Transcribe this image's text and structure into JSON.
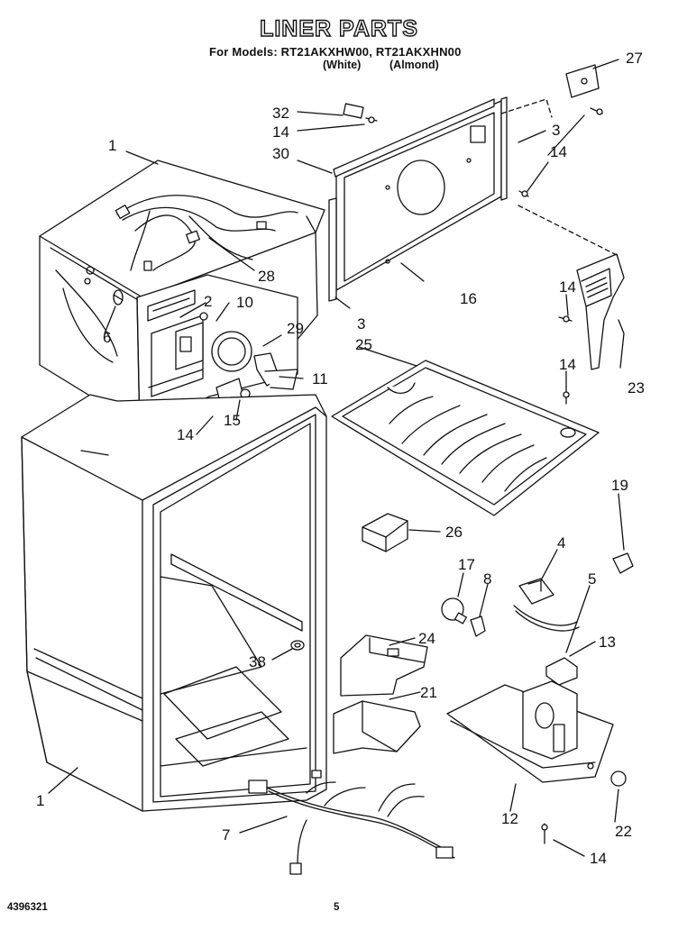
{
  "header": {
    "title": "LINER PARTS",
    "models_line": "For Models: RT21AKXHW00, RT21AKXHN00",
    "color_white": "(White)",
    "color_almond": "(Almond)"
  },
  "callouts": [
    "1",
    "27",
    "32",
    "14",
    "3",
    "30",
    "14",
    "28",
    "6",
    "2",
    "10",
    "16",
    "29",
    "3",
    "25",
    "11",
    "15",
    "14",
    "14",
    "23",
    "14",
    "19",
    "26",
    "4",
    "17",
    "8",
    "5",
    "13",
    "24",
    "38",
    "21",
    "1",
    "12",
    "22",
    "7",
    "14"
  ],
  "footer": {
    "doc_number": "4396321",
    "page": "5"
  },
  "colors": {
    "line": "#111111",
    "paper": "#ffffff"
  }
}
